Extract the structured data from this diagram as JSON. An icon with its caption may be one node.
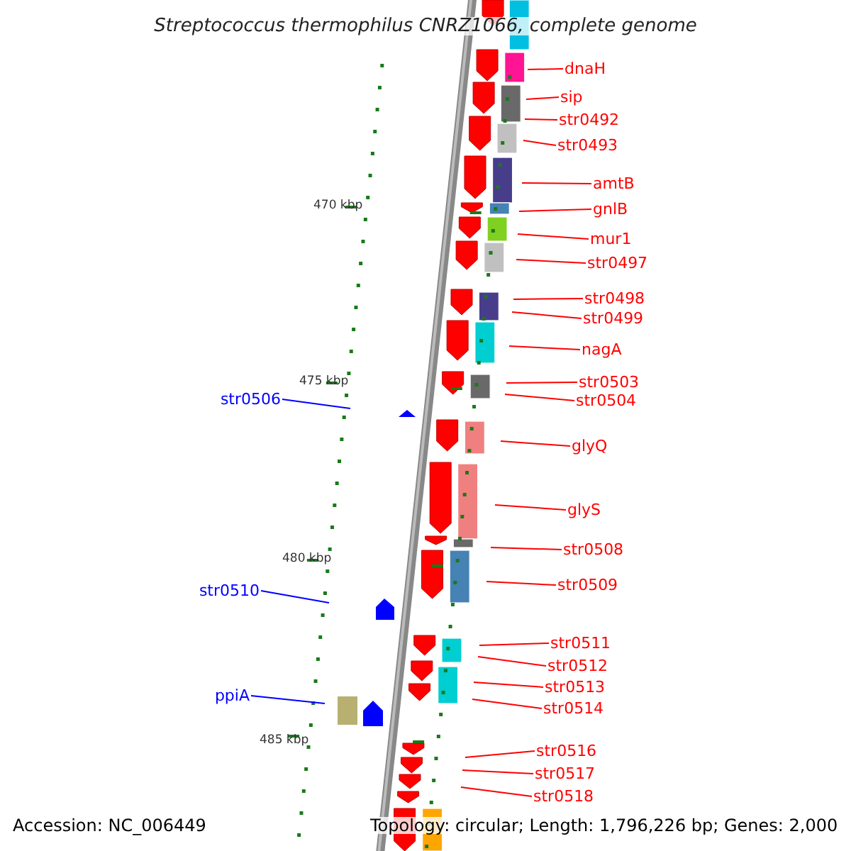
{
  "diagram": {
    "title": "Streptococcus thermophilus CNRZ1066, complete genome",
    "nodes": [
      {
        "text": [
          "dnaH"
        ]
      },
      {
        "text": [
          "sip"
        ]
      },
      {
        "text": [
          "str0492"
        ]
      },
      {
        "text": [
          "str0493"
        ]
      },
      {
        "text": [
          "amtB"
        ]
      },
      {
        "text": [
          "gnlB"
        ]
      },
      {
        "text": [
          "mur1"
        ]
      },
      {
        "text": [
          "str0497"
        ]
      },
      {
        "text": [
          "str0498"
        ]
      },
      {
        "text": [
          "str0499"
        ]
      },
      {
        "text": [
          "nagA"
        ]
      },
      {
        "text": [
          "str0503"
        ]
      },
      {
        "text": [
          "str0504"
        ]
      },
      {
        "text": [
          "str0506"
        ]
      },
      {
        "text": [
          "glyQ"
        ]
      },
      {
        "text": [
          "glyS"
        ]
      },
      {
        "text": [
          "str0508"
        ]
      },
      {
        "text": [
          "str0509"
        ]
      },
      {
        "text": [
          "str0510"
        ]
      },
      {
        "text": [
          "str0511"
        ]
      },
      {
        "text": [
          "str0512"
        ]
      },
      {
        "text": [
          "str0513"
        ]
      },
      {
        "text": [
          "ppiA"
        ]
      },
      {
        "text": [
          "str0514"
        ]
      },
      {
        "text": [
          "str0516"
        ]
      },
      {
        "text": [
          "str0517"
        ]
      },
      {
        "text": [
          "str0518"
        ]
      }
    ],
    "edges": [
      {
        "from": 0,
        "to": null,
        "arrow": "none"
      },
      {
        "from": 1,
        "to": null,
        "arrow": "none"
      },
      {
        "from": 2,
        "to": null,
        "arrow": "none"
      },
      {
        "from": 3,
        "to": null,
        "arrow": "none"
      },
      {
        "from": 4,
        "to": null,
        "arrow": "none"
      },
      {
        "from": 5,
        "to": null,
        "arrow": "none"
      },
      {
        "from": 6,
        "to": null,
        "arrow": "none"
      },
      {
        "from": 7,
        "to": null,
        "arrow": "none"
      },
      {
        "from": 8,
        "to": null,
        "arrow": "none"
      },
      {
        "from": 9,
        "to": null,
        "arrow": "none"
      },
      {
        "from": 10,
        "to": null,
        "arrow": "none"
      },
      {
        "from": 11,
        "to": null,
        "arrow": "none"
      },
      {
        "from": 12,
        "to": null,
        "arrow": "none"
      },
      {
        "from": 13,
        "to": null,
        "arrow": "none",
        "color": "#0000ff"
      },
      {
        "from": 14,
        "to": null,
        "arrow": "none"
      },
      {
        "from": 15,
        "to": null,
        "arrow": "none"
      },
      {
        "from": 16,
        "to": null,
        "arrow": "none"
      },
      {
        "from": 17,
        "to": null,
        "arrow": "none"
      },
      {
        "from": 18,
        "to": null,
        "arrow": "none",
        "color": "#0000ff"
      },
      {
        "from": 19,
        "to": null,
        "arrow": "none"
      },
      {
        "from": 20,
        "to": null,
        "arrow": "none"
      },
      {
        "from": 21,
        "to": null,
        "arrow": "none"
      },
      {
        "from": 22,
        "to": null,
        "arrow": "none",
        "color": "#0000ff"
      },
      {
        "from": 23,
        "to": null,
        "arrow": "none"
      },
      {
        "from": 24,
        "to": null,
        "arrow": "none"
      },
      {
        "from": 25,
        "to": null,
        "arrow": "none"
      },
      {
        "from": 26,
        "to": null,
        "arrow": "none"
      }
    ],
    "labels": [
      "470 kbp",
      "475 kbp",
      "480 kbp",
      "485 kbp",
      "Accession: NC_006449",
      "Topology: circular; Length: 1,796,226 bp; Genes: 2,000"
    ]
  }
}
